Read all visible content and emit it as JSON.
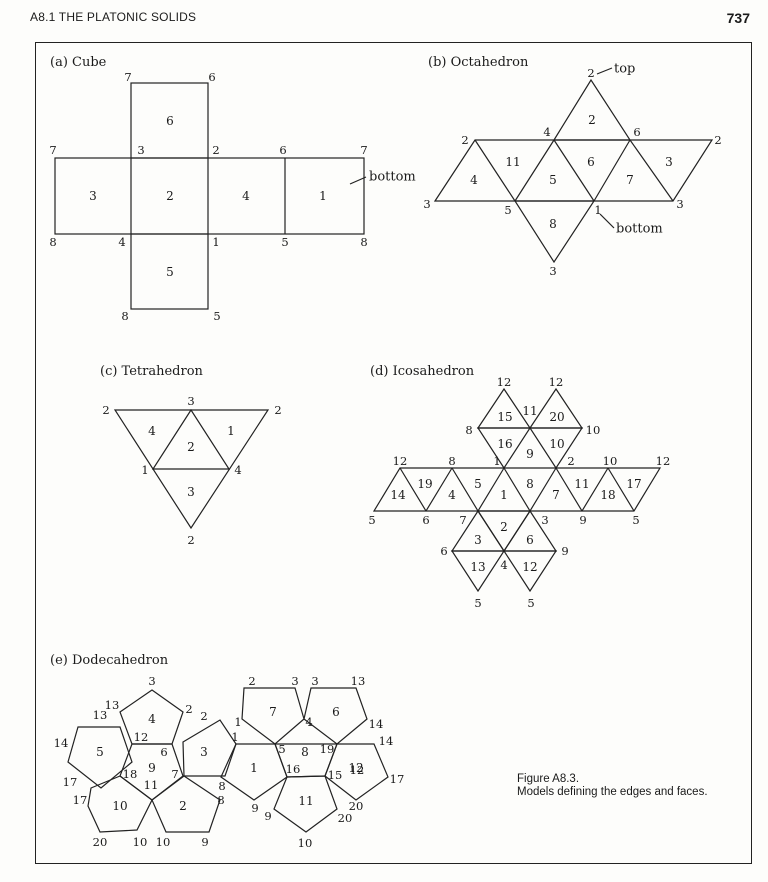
{
  "header": {
    "running_head": "A8.1  THE PLATONIC SOLIDS",
    "page_number": "737"
  },
  "panels": {
    "cube": {
      "label": "(a)  Cube",
      "callout": "bottom"
    },
    "octahedron": {
      "label": "(b)  Octahedron",
      "callout_top": "top",
      "callout_bottom": "bottom"
    },
    "tetrahedron": {
      "label": "(c)  Tetrahedron"
    },
    "icosahedron": {
      "label": "(d)  Icosahedron"
    },
    "dodecahedron": {
      "label": "(e)  Dodecahedron"
    }
  },
  "caption": {
    "title": "Figure A8.3.",
    "text": "Models defining the edges and faces."
  },
  "chart_data": [
    {
      "type": "net",
      "solid": "cube",
      "faces": [
        "6",
        "3",
        "2",
        "4",
        "1",
        "5"
      ],
      "vertices": [
        "7",
        "6",
        "7",
        "3",
        "2",
        "6",
        "7",
        "8",
        "4",
        "1",
        "5",
        "8",
        "8",
        "5"
      ]
    },
    {
      "type": "net",
      "solid": "octahedron",
      "faces": [
        "2",
        "11",
        "6",
        "3",
        "4",
        "5",
        "7",
        "8"
      ],
      "vertices": [
        "2",
        "4",
        "6",
        "2",
        "2",
        "3",
        "5",
        "1",
        "3",
        "3"
      ]
    },
    {
      "type": "net",
      "solid": "tetrahedron",
      "faces": [
        "4",
        "2",
        "1",
        "3"
      ],
      "vertices": [
        "2",
        "3",
        "2",
        "1",
        "4",
        "2"
      ]
    },
    {
      "type": "net",
      "solid": "icosahedron",
      "faces": [
        "15",
        "11",
        "20",
        "16",
        "9",
        "10",
        "19",
        "4",
        "5",
        "1",
        "8",
        "7",
        "11",
        "18",
        "17",
        "14",
        "2",
        "3",
        "6",
        "13",
        "12"
      ],
      "vertices": [
        "12",
        "12",
        "8",
        "10",
        "12",
        "8",
        "1",
        "2",
        "10",
        "12",
        "5",
        "6",
        "7",
        "3",
        "9",
        "5",
        "6",
        "9",
        "4",
        "5",
        "5"
      ]
    },
    {
      "type": "net",
      "solid": "dodecahedron",
      "faces": [
        "4",
        "5",
        "9",
        "3",
        "10",
        "2",
        "1",
        "7",
        "6",
        "8",
        "12",
        "11"
      ],
      "vertices": [
        "3",
        "2",
        "13",
        "13",
        "12",
        "14",
        "6",
        "2",
        "1",
        "17",
        "18",
        "11",
        "7",
        "17",
        "8",
        "20",
        "10",
        "10",
        "9",
        "8",
        "9",
        "9",
        "2",
        "3",
        "3",
        "13",
        "1",
        "4",
        "14",
        "5",
        "19",
        "14",
        "16",
        "15",
        "12",
        "17",
        "20",
        "20",
        "10"
      ]
    }
  ]
}
